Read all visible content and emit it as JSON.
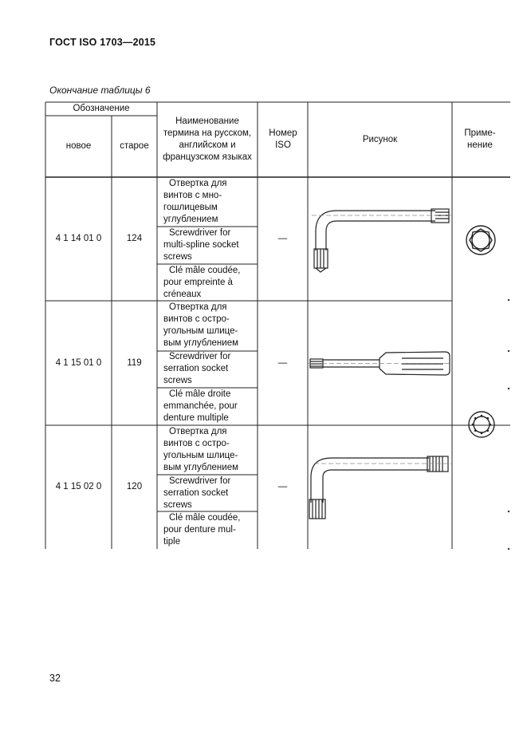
{
  "header": {
    "doc_code": "ГОСТ ISO 1703—2015"
  },
  "caption": "Окончание таблицы 6",
  "table": {
    "headers": {
      "designation": "Обозначение",
      "new": "новое",
      "old": "старое",
      "term": "Наименование термина на русском, английском и французском языках",
      "iso": "Номер ISO",
      "figure": "Рисунок",
      "note": "Приме-нение"
    },
    "rows": [
      {
        "new": "4 1 14 01 0",
        "old": "124",
        "iso": "—",
        "ru": [
          "Отвертка для",
          "винтов с мно-",
          "гошлицевым",
          "углублением"
        ],
        "en": [
          "Screwdriver for",
          "multi-spline socket",
          "screws"
        ],
        "fr": [
          "Clé mâle coudée,",
          "pour empreinte à",
          "créneaux"
        ]
      },
      {
        "new": "4 1 15 01 0",
        "old": "119",
        "iso": "—",
        "ru": [
          "Отвертка для",
          "винтов с остро-",
          "угольным шлице-",
          "вым углублением"
        ],
        "en": [
          "Screwdriver for",
          "serration socket",
          "screws"
        ],
        "fr": [
          "Clé mâle droite",
          "emmanchée, pour",
          "denture multiple"
        ]
      },
      {
        "new": "4 1 15 02 0",
        "old": "120",
        "iso": "—",
        "ru": [
          "Отвертка для",
          "винтов с остро-",
          "угольным шлице-",
          "вым углублением"
        ],
        "en": [
          "Screwdriver for",
          "serration socket",
          "screws"
        ],
        "fr": [
          "Clé mâle coudée,",
          "pour denture mul-",
          "tiple"
        ]
      }
    ]
  },
  "page_number": "32",
  "icons": [
    "l-shaped-hex-key-icon",
    "straight-screwdriver-icon",
    "spline-socket-icon",
    "serration-socket-icon",
    "l-shaped-serration-key-icon"
  ]
}
